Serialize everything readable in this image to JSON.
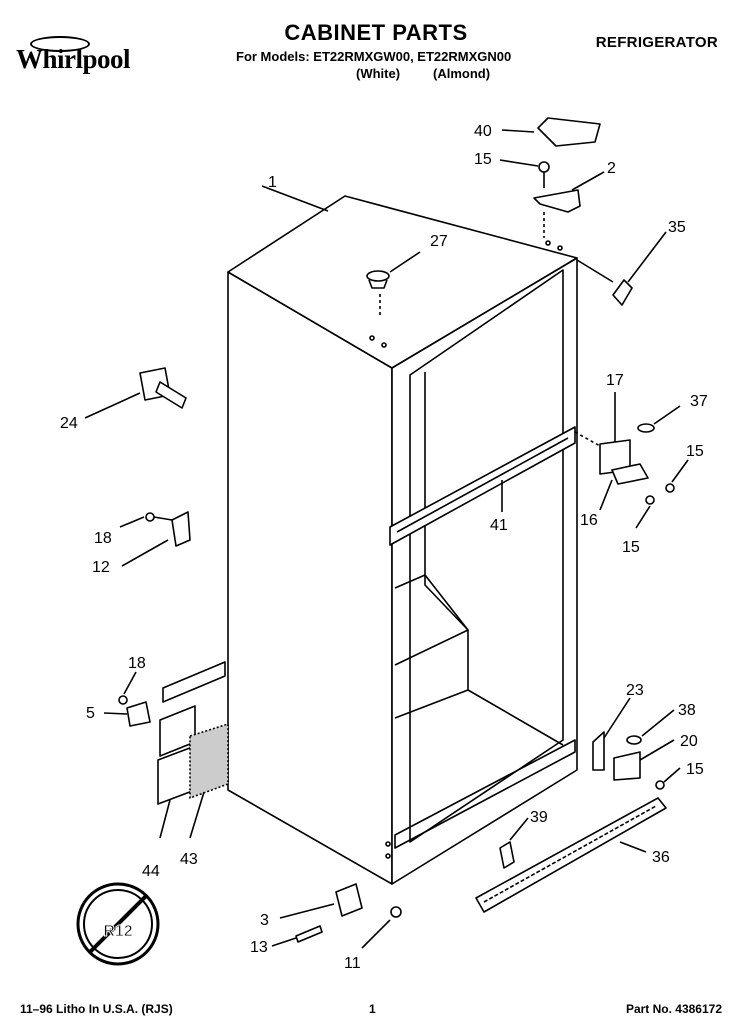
{
  "header": {
    "title": "CABINET PARTS",
    "models_line": "For Models: ET22RMXGW00, ET22RMXGN00",
    "variant_white": "(White)",
    "variant_almond": "(Almond)",
    "category": "REFRIGERATOR",
    "brand": "Whirlpool"
  },
  "callouts": [
    "1",
    "2",
    "3",
    "5",
    "11",
    "12",
    "13",
    "15",
    "15",
    "15",
    "15",
    "16",
    "17",
    "18",
    "18",
    "20",
    "23",
    "24",
    "27",
    "35",
    "36",
    "37",
    "38",
    "39",
    "40",
    "41",
    "43",
    "44"
  ],
  "badge": {
    "text": "R12"
  },
  "footer": {
    "litho": "11–96 Litho In U.S.A. (RJS)",
    "page": "1",
    "part_no": "Part No. 4386172"
  }
}
